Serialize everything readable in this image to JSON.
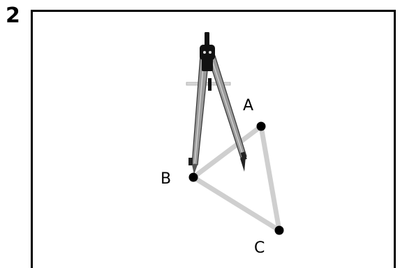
{
  "step": {
    "number": "2"
  },
  "points": [
    {
      "label": "A"
    },
    {
      "label": "B"
    },
    {
      "label": "C"
    }
  ],
  "colors": {
    "triangle": "#cfcfcf",
    "compass_leg": "#9a9a9a",
    "compass_body": "#111111",
    "frame": "#000000"
  }
}
